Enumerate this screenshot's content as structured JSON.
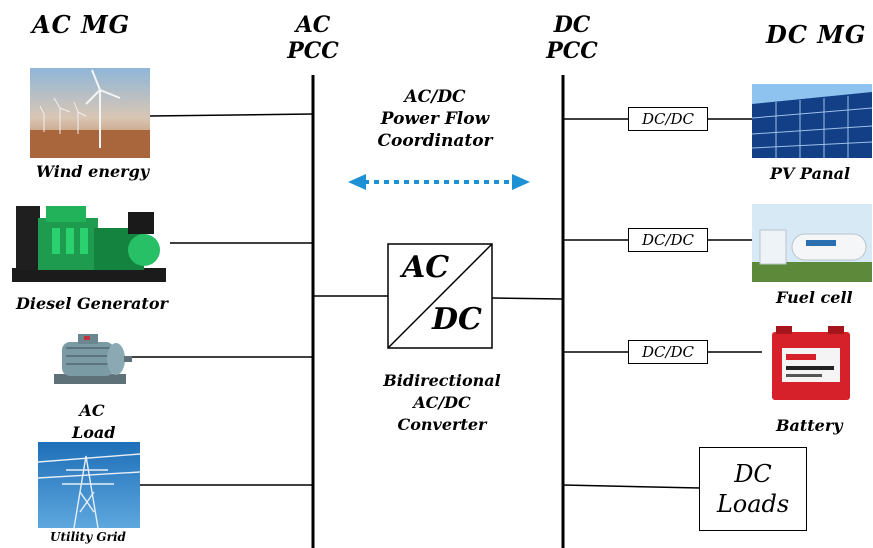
{
  "headers": {
    "ac_mg": "AC   MG",
    "dc_mg": "DC   MG",
    "ac_pcc_line1": "AC",
    "ac_pcc_line2": "PCC",
    "dc_pcc_line1": "DC",
    "dc_pcc_line2": "PCC"
  },
  "coordinator": {
    "line1": "AC/DC",
    "line2": "Power Flow",
    "line3": "Coordinator",
    "arrow_color": "#1e90d6"
  },
  "converter": {
    "ac": "AC",
    "dc": "DC",
    "caption_line1": "Bidirectional",
    "caption_line2": "AC/DC",
    "caption_line3": "Converter"
  },
  "ac_side": {
    "wind": "Wind energy",
    "diesel": "Diesel Generator",
    "load_line1": "AC",
    "load_line2": "Load",
    "grid": "Utility Grid"
  },
  "dc_side": {
    "converter_label": "DC/DC",
    "pv": "PV Panal",
    "fuel": "Fuel cell",
    "battery": "Battery",
    "loads_line1": "DC",
    "loads_line2": "Loads"
  }
}
